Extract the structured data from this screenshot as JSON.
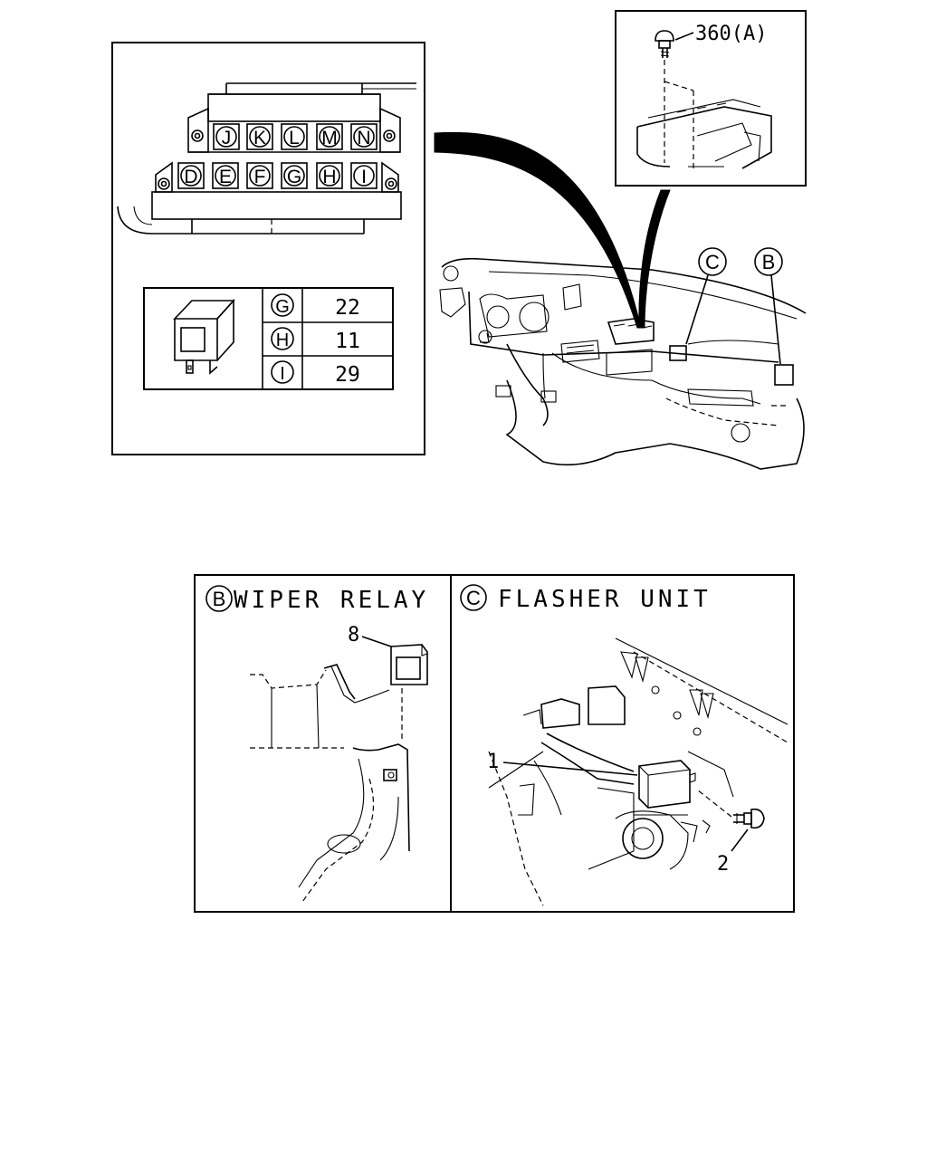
{
  "fuse_block": {
    "top_row_sockets": [
      "J",
      "K",
      "L",
      "M",
      "N"
    ],
    "bottom_row_sockets": [
      "D",
      "E",
      "F",
      "G",
      "H",
      "I"
    ]
  },
  "relay_table": {
    "rows": [
      {
        "socket": "G",
        "part": "22"
      },
      {
        "socket": "H",
        "part": "11"
      },
      {
        "socket": "I",
        "part": "29"
      }
    ]
  },
  "inset": {
    "callout": "360(A)"
  },
  "dash_callouts": {
    "c": "C",
    "b": "B"
  },
  "panel_b": {
    "badge": "B",
    "title": "WIPER RELAY",
    "callout": "8"
  },
  "panel_c": {
    "badge": "C",
    "title": "FLASHER UNIT",
    "callout_1": "1",
    "callout_2": "2"
  }
}
